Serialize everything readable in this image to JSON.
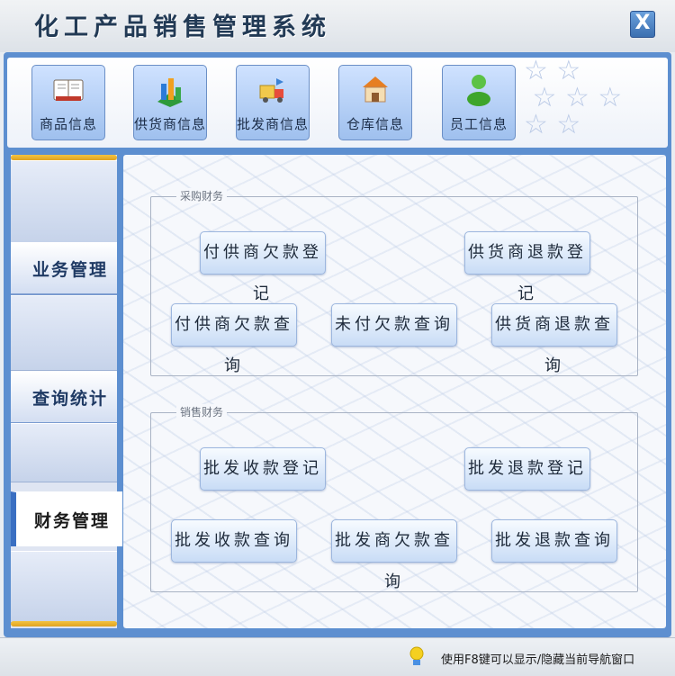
{
  "window": {
    "title": "化工产品销售管理系统",
    "close_glyph": "X"
  },
  "toolbar": {
    "items": [
      {
        "label": "商品信息",
        "icon": "book-icon"
      },
      {
        "label": "供货商信息",
        "icon": "building-chart-icon"
      },
      {
        "label": "批发商信息",
        "icon": "shipping-icon"
      },
      {
        "label": "仓库信息",
        "icon": "warehouse-icon"
      },
      {
        "label": "员工信息",
        "icon": "person-icon"
      }
    ]
  },
  "sidebar": {
    "items": [
      {
        "label": "业务管理",
        "active": false
      },
      {
        "label": "查询统计",
        "active": false
      },
      {
        "label": "财务管理",
        "active": true
      }
    ]
  },
  "main": {
    "purchase_group": {
      "title": "采购财务",
      "buttons": [
        "付供商欠款登记",
        "供货商退款登记",
        "付供商欠款查询",
        "未付欠款查询",
        "供货商退款查询"
      ]
    },
    "sales_group": {
      "title": "销售财务",
      "buttons": [
        "批发收款登记",
        "批发退款登记",
        "批发收款查询",
        "批发商欠款查询",
        "批发退款查询"
      ]
    }
  },
  "statusbar": {
    "hint": "使用F8键可以显示/隐藏当前导航窗口"
  },
  "colors": {
    "frame": "#5d8fd0",
    "accent_strip": "#f4c341",
    "button_gradient_top": "#f7fbff",
    "button_gradient_bottom": "#c9dcf6"
  }
}
